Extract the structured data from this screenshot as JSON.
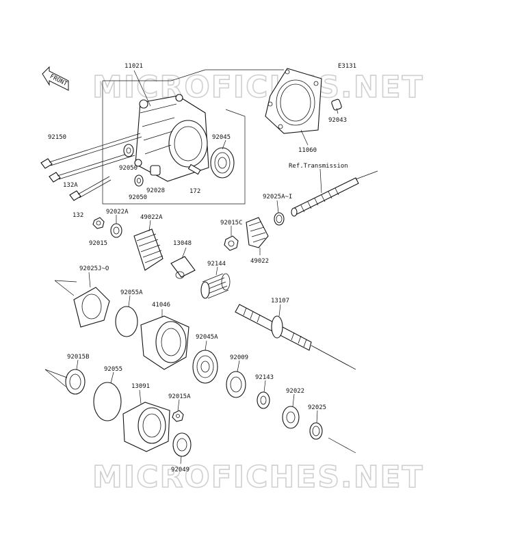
{
  "diagram": {
    "ref_code": "E3131",
    "front_label": "FRONT",
    "watermark": "MICROFICHES.NET",
    "labels": {
      "p11021": "11021",
      "p92150": "92150",
      "p92045": "92045",
      "p11060": "11060",
      "p92043": "92043",
      "p92050a": "92050",
      "p92050b": "92050",
      "p92028": "92028",
      "p132a": "132A",
      "p172": "172",
      "p132": "132",
      "ref_trans": "Ref.Transmission",
      "p92025ai": "92025A~I",
      "p92022a": "92022A",
      "p49022a": "49022A",
      "p92015": "92015",
      "p92015c": "92015C",
      "p49022": "49022",
      "p13048": "13048",
      "p92144": "92144",
      "p92025jo": "92025J~O",
      "p92055a": "92055A",
      "p41046": "41046",
      "p13107": "13107",
      "p92045a": "92045A",
      "p92009": "92009",
      "p92015b": "92015B",
      "p92055": "92055",
      "p92143": "92143",
      "p13091": "13091",
      "p92015a": "92015A",
      "p92022": "92022",
      "p92025": "92025",
      "p92049": "92049"
    }
  }
}
